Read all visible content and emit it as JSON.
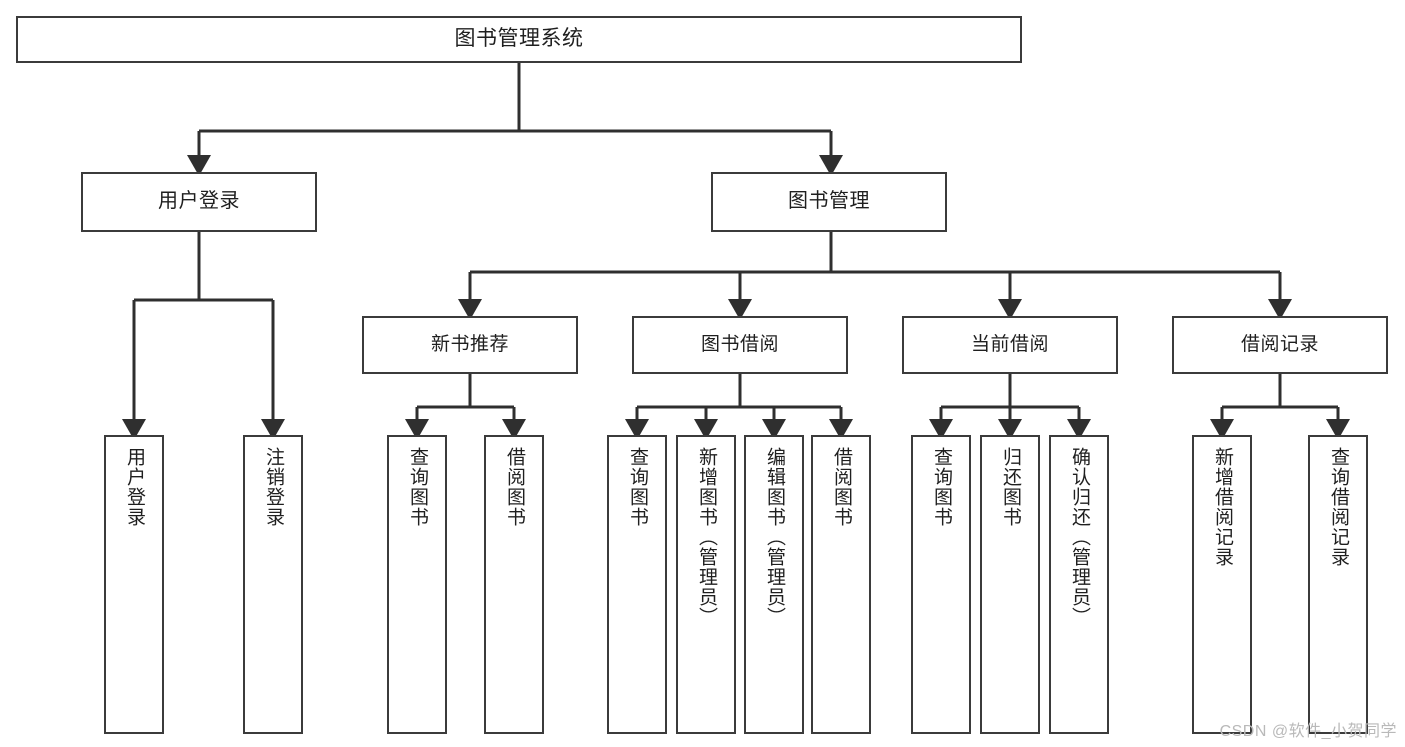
{
  "diagram": {
    "type": "tree-hierarchy",
    "title": "图书管理系统",
    "orientation": "top-down",
    "edge_style": "orthogonal-with-arrowheads",
    "colors": {
      "box_border": "#3b3b3b",
      "box_fill": "#ffffff",
      "edge": "#2f2f2f",
      "text": "#1f1f1f",
      "background": "#ffffff",
      "watermark": "#b9b9b9"
    },
    "root": {
      "id": "root",
      "label": "图书管理系统"
    },
    "level2": [
      {
        "id": "user-login",
        "label": "用户登录"
      },
      {
        "id": "book-management",
        "label": "图书管理"
      }
    ],
    "level3": [
      {
        "id": "new-book-recommend",
        "label": "新书推荐",
        "parent": "book-management"
      },
      {
        "id": "book-borrow",
        "label": "图书借阅",
        "parent": "book-management"
      },
      {
        "id": "current-borrow",
        "label": "当前借阅",
        "parent": "book-management"
      },
      {
        "id": "borrow-record",
        "label": "借阅记录",
        "parent": "book-management"
      }
    ],
    "leaves": {
      "user-login": [
        {
          "id": "leaf-user-login",
          "label": "用户登录"
        },
        {
          "id": "leaf-logout-login",
          "label": "注销登录"
        }
      ],
      "new-book-recommend": [
        {
          "id": "leaf-query-book-1",
          "label": "查询图书"
        },
        {
          "id": "leaf-borrow-book-1",
          "label": "借阅图书"
        }
      ],
      "book-borrow": [
        {
          "id": "leaf-query-book-2",
          "label": "查询图书"
        },
        {
          "id": "leaf-add-book-admin",
          "label": "新增图书（管理员）"
        },
        {
          "id": "leaf-edit-book-admin",
          "label": "编辑图书（管理员）"
        },
        {
          "id": "leaf-borrow-book-2",
          "label": "借阅图书"
        }
      ],
      "current-borrow": [
        {
          "id": "leaf-query-book-3",
          "label": "查询图书"
        },
        {
          "id": "leaf-return-book",
          "label": "归还图书"
        },
        {
          "id": "leaf-confirm-return-admin",
          "label": "确认归还（管理员）"
        }
      ],
      "borrow-record": [
        {
          "id": "leaf-add-borrow-record",
          "label": "新增借阅记录"
        },
        {
          "id": "leaf-query-borrow-record",
          "label": "查询借阅记录"
        }
      ]
    }
  },
  "watermark": {
    "text": "CSDN @软件_小贺同学"
  }
}
